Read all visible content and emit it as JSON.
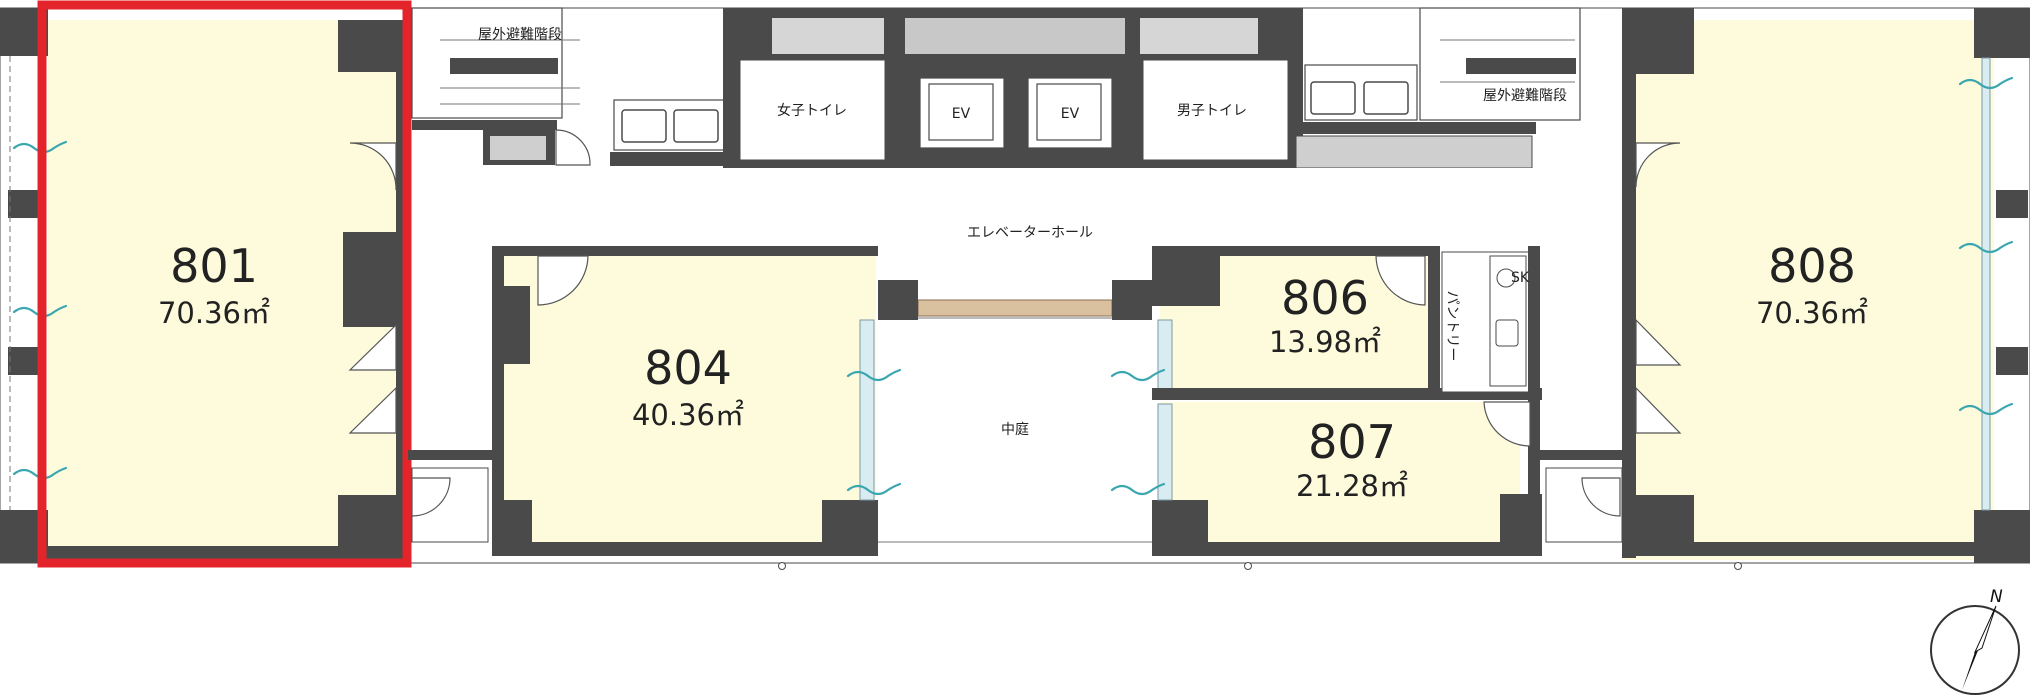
{
  "rooms": [
    {
      "id": "801",
      "number": "801",
      "area": "70.36㎡"
    },
    {
      "id": "804",
      "number": "804",
      "area": "40.36㎡"
    },
    {
      "id": "806",
      "number": "806",
      "area": "13.98㎡"
    },
    {
      "id": "807",
      "number": "807",
      "area": "21.28㎡"
    },
    {
      "id": "808",
      "number": "808",
      "area": "70.36㎡"
    }
  ],
  "labels": {
    "stairs_left": "屋外避難階段",
    "stairs_right": "屋外避難階段",
    "womens_toilet": "女子トイレ",
    "mens_toilet": "男子トイレ",
    "ev1": "EV",
    "ev2": "EV",
    "elevator_hall": "エレベーターホール",
    "courtyard": "中庭",
    "pantry": "パントリー",
    "sk": "SK"
  },
  "compass": {
    "north": "N"
  },
  "colors": {
    "room_fill": "#fdfbdc",
    "wall": "#4a4a4a",
    "highlight": "#e3242b",
    "window_wind": "#3aa6b0"
  },
  "highlighted_room": "801"
}
